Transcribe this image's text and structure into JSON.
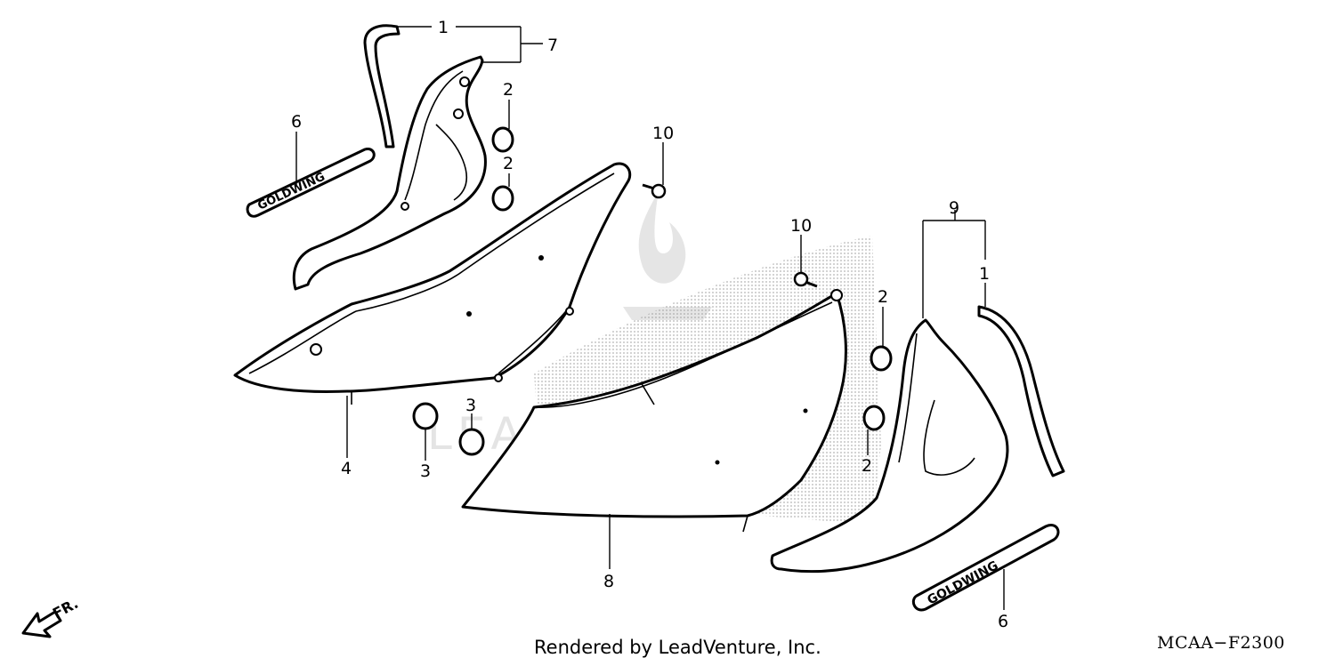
{
  "diagram": {
    "callouts": {
      "c1a": "1",
      "c7": "7",
      "c2a": "2",
      "c6a": "6",
      "c2b": "2",
      "c10a": "10",
      "c10b": "10",
      "c9": "9",
      "c1b": "1",
      "c2c": "2",
      "c4": "4",
      "c3a": "3",
      "c3b": "3",
      "c2d": "2",
      "c8": "8",
      "c6b": "6"
    },
    "direction_label": "FR.",
    "emblem_text": "GOLDWING"
  },
  "footer": {
    "credit": "Rendered by LeadVenture, Inc.",
    "diagram_code": "MCAA−F2300"
  }
}
